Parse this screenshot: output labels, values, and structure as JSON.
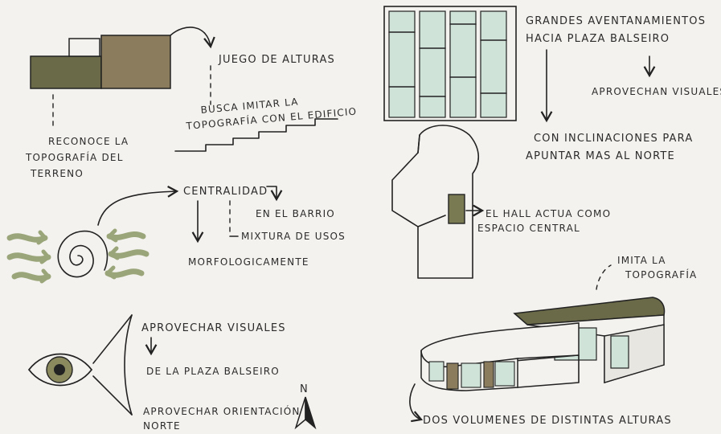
{
  "colors": {
    "paper": "#f4f2ee",
    "ink": "#222222",
    "olive_dark": "#6a6a48",
    "olive_mid": "#8a8a5e",
    "brown": "#8a7c5c",
    "glass": "#cfe3d8",
    "arrow_green": "#9aa67a"
  },
  "icons": [
    "eye-icon",
    "north-arrow-icon",
    "spiral-icon"
  ],
  "labels": {
    "juego": "JUEGO DE ALTURAS",
    "busca_1": "BUSCA IMITAR LA",
    "busca_2": "TOPOGRAFÍA CON EL EDIFICIO",
    "reconoce_1": "RECONOCE LA",
    "reconoce_2": "TOPOGRAFÍA DEL",
    "reconoce_3": "TERRENO",
    "centralidad": "CENTRALIDAD",
    "barrio": "EN EL BARRIO",
    "mixtura": "MIXTURA DE USOS",
    "morfo": "MORFOLOGICAMENTE",
    "visuales": "APROVECHAR VISUALES",
    "plaza": "DE LA PLAZA BALSEIRO",
    "orient_1": "APROVECHAR ORIENTACIÓN",
    "orient_2": "NORTE",
    "north": "N",
    "grandes_1": "GRANDES AVENTANAMIENTOS",
    "grandes_2": "HACIA PLAZA BALSEIRO",
    "aprovechan": "APROVECHAN VISUALES",
    "incl_1": "CON INCLINACIONES PARA",
    "incl_2": "APUNTAR MAS AL NORTE",
    "hall_1": "EL HALL ACTUA COMO",
    "hall_2": "ESPACIO CENTRAL",
    "imita_1": "IMITA LA",
    "imita_2": "TOPOGRAFÍA",
    "dos": "DOS VOLUMENES DE DISTINTAS ALTURAS"
  }
}
